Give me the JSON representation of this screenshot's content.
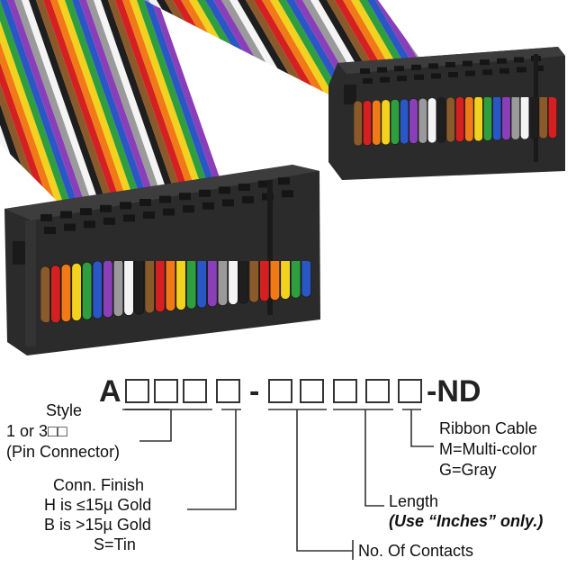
{
  "part_number": {
    "prefix": "A",
    "separator": "-",
    "suffix": "-ND"
  },
  "labels": {
    "style": "Style",
    "style_line2": "1 or 3□□",
    "style_line3": "(Pin Connector)",
    "finish_line1": "Conn. Finish",
    "finish_line2": "H is ≤15µ  Gold",
    "finish_line3": "B is >15µ  Gold",
    "finish_line4": "S=Tin",
    "contacts": "No. Of Contacts",
    "length": "Length",
    "length_note": "(Use “Inches” only.)",
    "ribbon_line1": "Ribbon Cable",
    "ribbon_line2": "M=Multi-color",
    "ribbon_line3": "G=Gray"
  },
  "colors": {
    "wires": [
      "#8b5a2b",
      "#d42020",
      "#f07a18",
      "#f2d21e",
      "#2e9e3e",
      "#2a56c6",
      "#8a3fb8",
      "#9a9a9a",
      "#f4f4f4",
      "#1e1e1e"
    ],
    "connector_body": "#2b2b2b"
  }
}
